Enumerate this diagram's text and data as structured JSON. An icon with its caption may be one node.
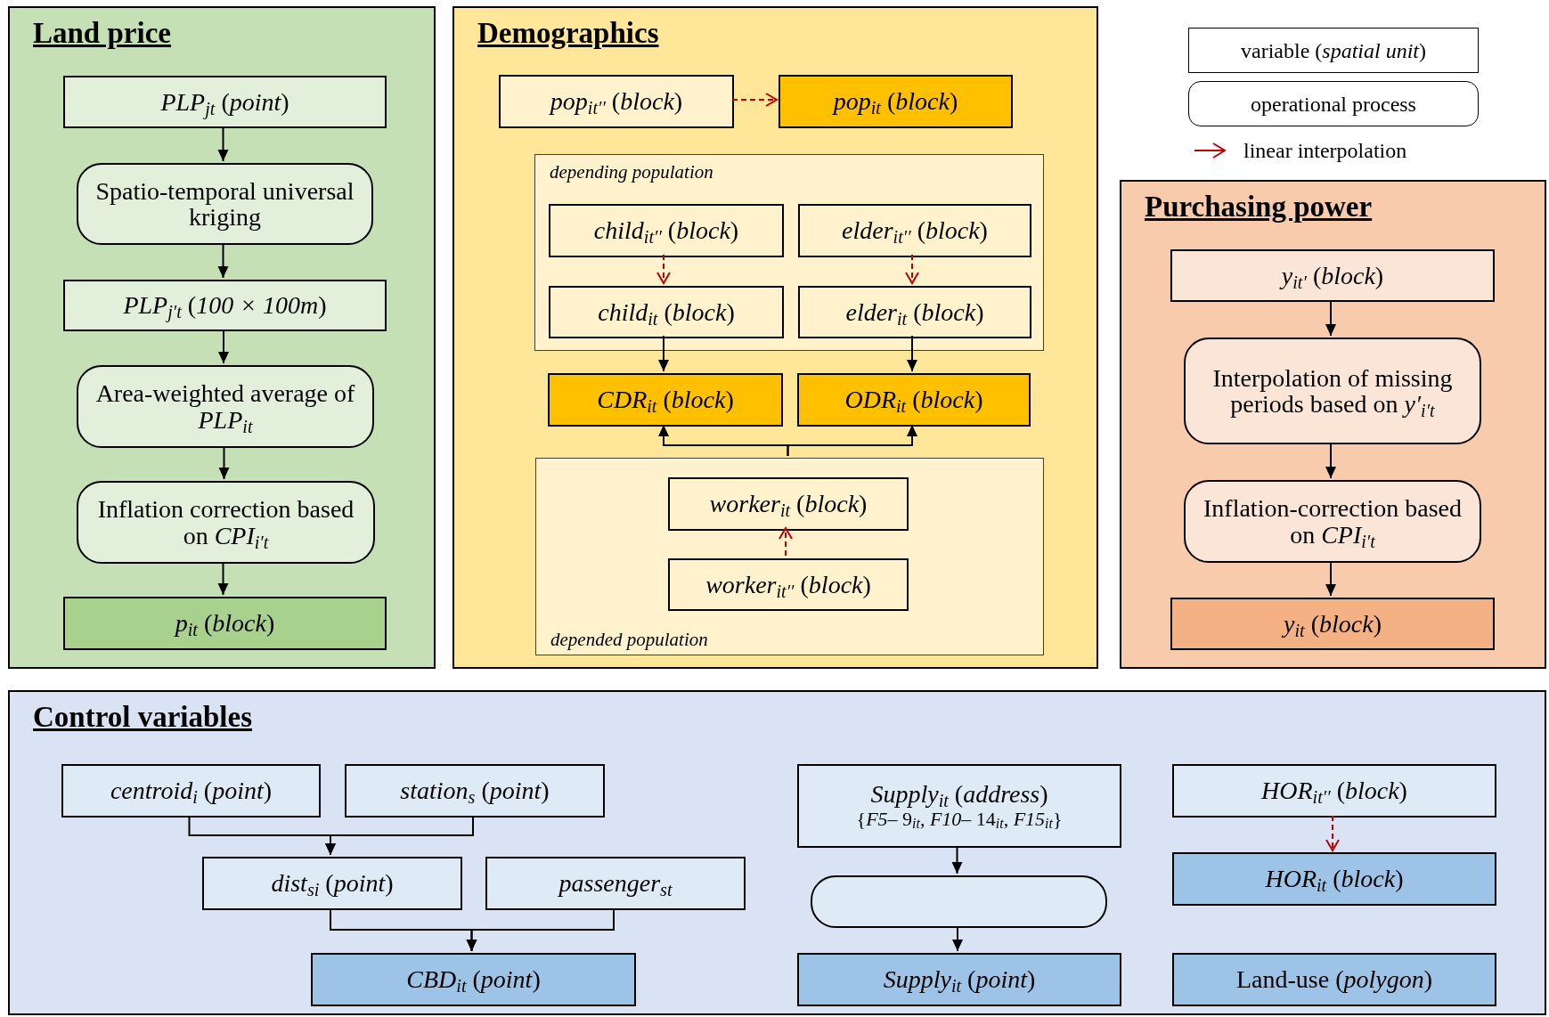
{
  "diagram": {
    "nodes": [
      {
        "text": [
          "Land price"
        ]
      },
      {
        "text": [
          "*PLP*$_{jt}$ (*point*)"
        ],
        "in": 0
      },
      {
        "text": [
          "Spatio-temporal universal kriging"
        ],
        "in": 0
      },
      {
        "text": [
          "*PLP*$_{j′t}$ (*100 × 100m*)"
        ],
        "in": 0
      },
      {
        "text": [
          "Area-weighted average of *PLP*$_{it}$"
        ],
        "in": 0
      },
      {
        "text": [
          "Inflation correction based on *CPI*$_{i′t}$"
        ],
        "in": 0
      },
      {
        "text": [
          "*p*$_{it}$ (*block*)"
        ],
        "in": 0
      },
      {
        "text": [
          "Demographics"
        ]
      },
      {
        "text": [
          "*pop*$_{it′′}$ (*block*)"
        ],
        "in": 7
      },
      {
        "text": [
          "*pop*$_{it}$ (*block*)"
        ],
        "in": 7
      },
      {
        "text": [
          "depending population"
        ],
        "in": 7
      },
      {
        "text": [
          "*child*$_{it′′}$ (*block*)"
        ],
        "in": 10
      },
      {
        "text": [
          "*elder*$_{it′′}$ (*block*)"
        ],
        "in": 10
      },
      {
        "text": [
          "*child*$_{it}$ (*block*)"
        ],
        "in": 10
      },
      {
        "text": [
          "*elder*$_{it}$ (*block*)"
        ],
        "in": 10
      },
      {
        "text": [
          "*CDR*$_{it}$ (*block*)"
        ],
        "in": 7
      },
      {
        "text": [
          "*ODR*$_{it}$ (*block*)"
        ],
        "in": 7
      },
      {
        "text": [
          "depended population"
        ],
        "in": 7
      },
      {
        "text": [
          "*worker*$_{it}$ (*block*)"
        ],
        "in": 17
      },
      {
        "text": [
          "*worker*$_{it′′}$ (*block*)"
        ],
        "in": 17
      },
      {
        "text": [
          "Purchasing power"
        ]
      },
      {
        "text": [
          "*y*$_{it′}$ (*block*)"
        ],
        "in": 20
      },
      {
        "text": [
          "Interpolation of missing periods based on *y′*$_{i′t}$"
        ],
        "in": 20
      },
      {
        "text": [
          "Inflation-correction based on *CPI*$_{i′t}$"
        ],
        "in": 20
      },
      {
        "text": [
          "*y*$_{it}$ (*block*)"
        ],
        "in": 20
      },
      {
        "text": [
          "Control variables"
        ]
      },
      {
        "text": [
          "*centroid*$_{i}$ (*point*)"
        ],
        "in": 25
      },
      {
        "text": [
          "*station*$_{s}$ (*point*)"
        ],
        "in": 25
      },
      {
        "text": [
          "*dist*$_{si}$ (*point*)"
        ],
        "in": 25
      },
      {
        "text": [
          "*passenger*$_{st}$"
        ],
        "in": 25
      },
      {
        "text": [
          "*CBD*$_{it}$ (*point*)"
        ],
        "in": 25
      },
      {
        "text": [
          "*Supply*$_{it}$ (*address*)",
          "{*F5*– 9$_{it}$, *F10*– 14$_{it}$, *F15*$_{it}$}"
        ],
        "in": 25
      },
      {
        "text": [],
        "shape": "box",
        "in": 25
      },
      {
        "text": [
          "*Supply*$_{it}$ (*point*)"
        ],
        "in": 25
      },
      {
        "text": [
          "*HOR*$_{it′′}$ (*block*)"
        ],
        "in": 25
      },
      {
        "text": [
          "*HOR*$_{it}$ (*block*)"
        ],
        "in": 25
      },
      {
        "text": [
          "Land-use (*polygon*)"
        ],
        "in": 25
      }
    ],
    "edges": [
      {
        "from": 1,
        "to": 2,
        "arrow": "to"
      },
      {
        "from": 2,
        "to": 3,
        "arrow": "to"
      },
      {
        "from": 3,
        "to": 4,
        "arrow": "to"
      },
      {
        "from": 4,
        "to": 5,
        "arrow": "to"
      },
      {
        "from": 5,
        "to": 6,
        "arrow": "to"
      },
      {
        "from": 8,
        "to": 9,
        "arrow": "to",
        "style": "dashed",
        "color": "#c00000"
      },
      {
        "from": 11,
        "to": 13,
        "arrow": "to",
        "style": "dashed",
        "color": "#c00000"
      },
      {
        "from": 12,
        "to": 14,
        "arrow": "to",
        "style": "dashed",
        "color": "#c00000"
      },
      {
        "from": 13,
        "to": 15,
        "arrow": "to"
      },
      {
        "from": 14,
        "to": 16,
        "arrow": "to"
      },
      {
        "from": 17,
        "to": 15,
        "arrow": "to"
      },
      {
        "from": 17,
        "to": 16,
        "arrow": "to"
      },
      {
        "from": 19,
        "to": 18,
        "arrow": "to",
        "style": "dashed",
        "color": "#c00000"
      },
      {
        "from": 21,
        "to": 22,
        "arrow": "to"
      },
      {
        "from": 22,
        "to": 23,
        "arrow": "to"
      },
      {
        "from": 23,
        "to": 24,
        "arrow": "to"
      },
      {
        "from": 26,
        "to": 28,
        "arrow": "to"
      },
      {
        "from": 27,
        "to": 28,
        "arrow": "to"
      },
      {
        "from": 28,
        "to": 30,
        "arrow": "to"
      },
      {
        "from": 29,
        "to": 30,
        "arrow": "to"
      },
      {
        "from": 31,
        "to": 32,
        "arrow": "to"
      },
      {
        "from": 32,
        "to": 33,
        "arrow": "to"
      },
      {
        "from": 34,
        "to": 35,
        "arrow": "to",
        "style": "dashed",
        "color": "#c00000"
      }
    ],
    "legend": [
      {
        "text": "variable (*spatial unit*)"
      },
      {
        "text": "operational process"
      },
      {
        "text": "linear interpolation"
      }
    ]
  }
}
